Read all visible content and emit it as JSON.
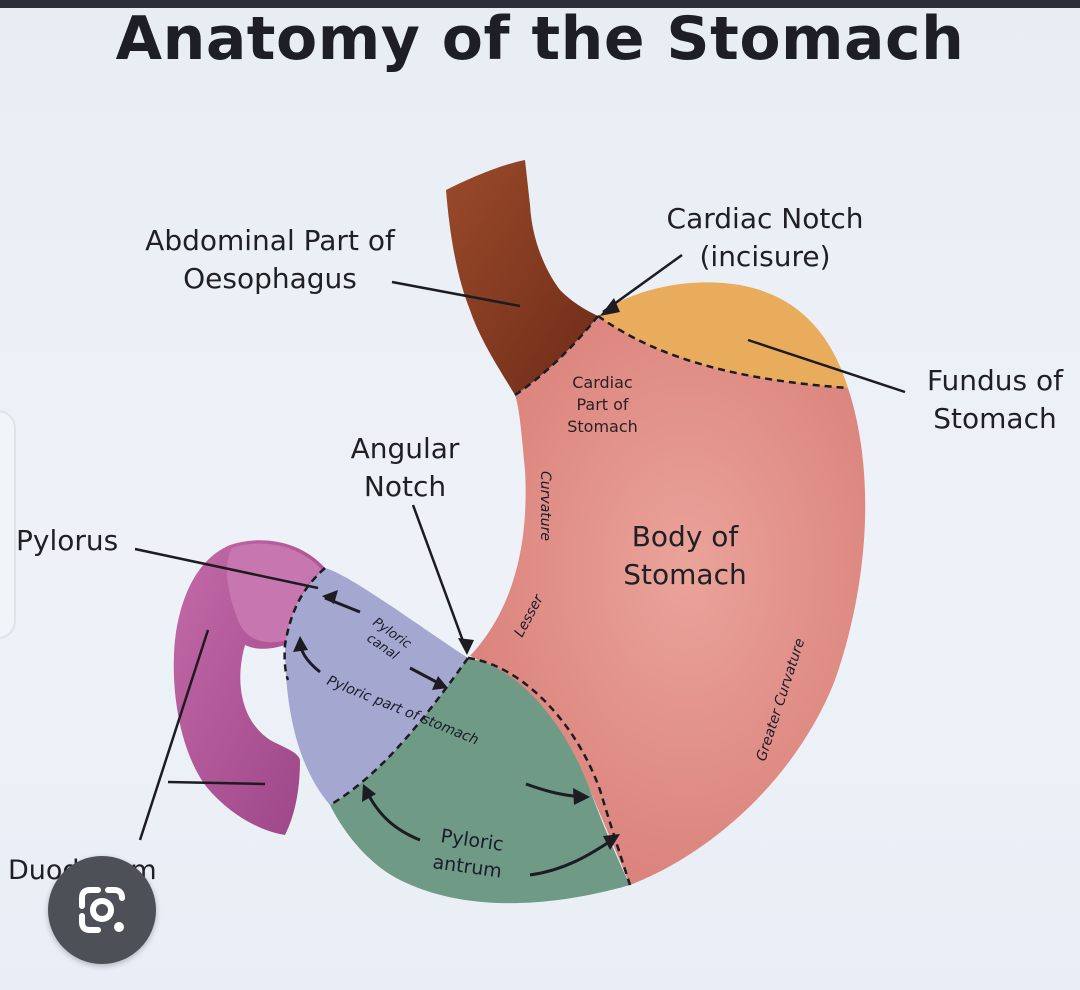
{
  "title": "Anatomy of the Stomach",
  "labels": {
    "abdominal_oesophagus": [
      "Abdominal Part of",
      "Oesophagus"
    ],
    "cardiac_notch": [
      "Cardiac Notch",
      "(incisure)"
    ],
    "fundus": [
      "Fundus of",
      "Stomach"
    ],
    "cardiac_part": [
      "Cardiac",
      "Part of",
      "Stomach"
    ],
    "angular_notch": [
      "Angular",
      "Notch"
    ],
    "pylorus": "Pylorus",
    "body": [
      "Body of",
      "Stomach"
    ],
    "lesser_curvature": [
      "Lesser",
      "Curvature"
    ],
    "greater_curvature": "Greater Curvature",
    "pyloric_canal": [
      "Pyloric",
      "canal"
    ],
    "pyloric_part": "Pyloric part of stomach",
    "pyloric_antrum": [
      "Pyloric",
      "antrum"
    ],
    "duodenum": "Duodenum"
  },
  "colors": {
    "oesophagus": "#8a3c22",
    "fundus": "#e9ac5c",
    "body": "#e3928a",
    "pyloric_canal": "#a4a7cf",
    "pyloric_antrum": "#6e9a86",
    "duodenum": "#b25a9a",
    "outline": "#1c1c22"
  },
  "icons": {
    "lens": "google-lens-icon",
    "side": "side-panel-tab"
  }
}
